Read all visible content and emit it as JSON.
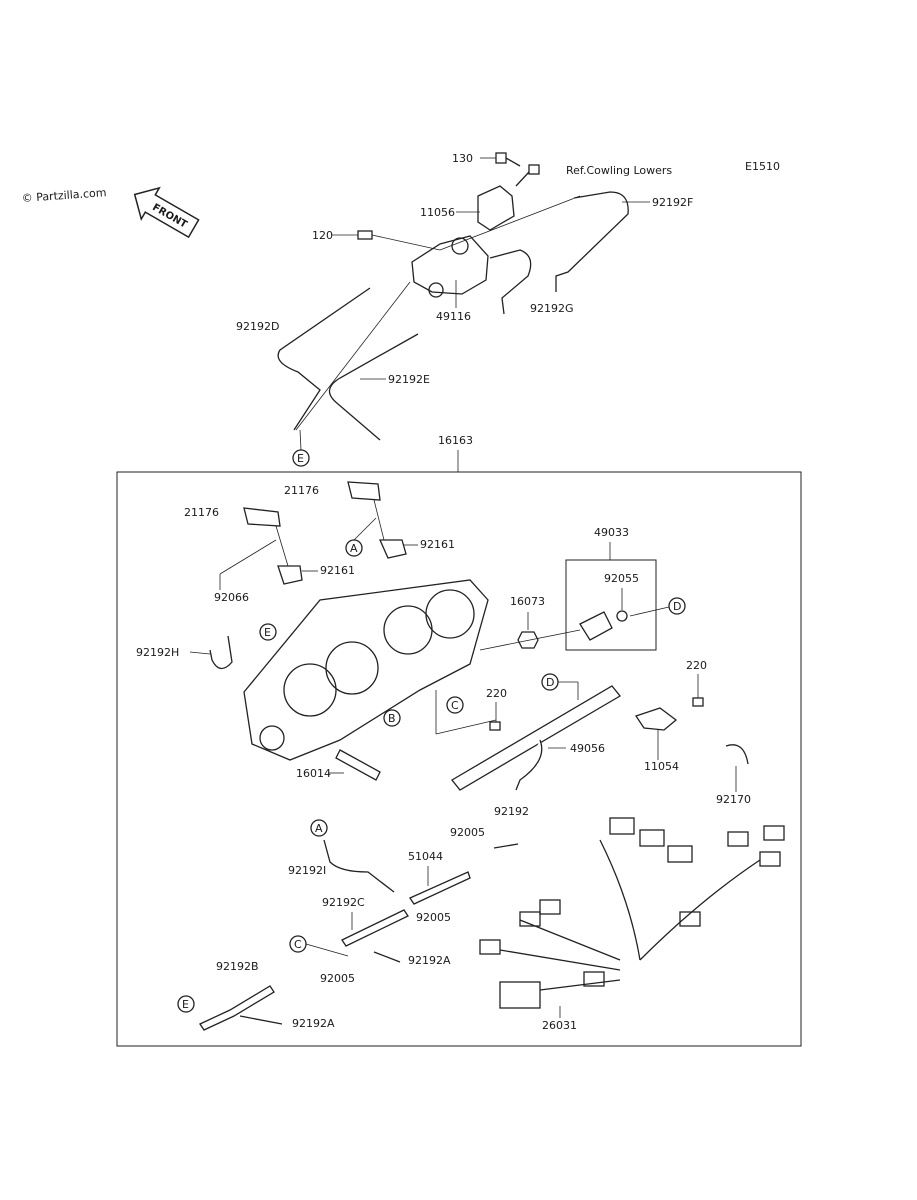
{
  "watermark": "© Partzilla.com",
  "front_label": "FRONT",
  "diagram_code": "E1510",
  "reference_note": "Ref.Cowling Lowers",
  "footer_text": "",
  "callouts": {
    "A_top": "A",
    "A_bottom": "A",
    "B": "B",
    "C_mid": "C",
    "C_bottom": "C",
    "D_mid": "D",
    "D_right": "D",
    "E_top": "E",
    "E_mid": "E",
    "E_bottom": "E"
  },
  "parts": {
    "p130": "130",
    "p11056": "11056",
    "p120": "120",
    "p92192F": "92192F",
    "p92192G": "92192G",
    "p49116": "49116",
    "p92192D": "92192D",
    "p92192E": "92192E",
    "p16163": "16163",
    "p21176_a": "21176",
    "p21176_b": "21176",
    "p92161_a": "92161",
    "p92161_b": "92161",
    "p49033": "49033",
    "p92055": "92055",
    "p16073": "16073",
    "p92066": "92066",
    "p92192H": "92192H",
    "p220_a": "220",
    "p220_b": "220",
    "p49056": "49056",
    "p11054": "11054",
    "p16014": "16014",
    "p92192": "92192",
    "p92170": "92170",
    "p92192I": "92192I",
    "p92005_a": "92005",
    "p51044": "51044",
    "p92192C": "92192C",
    "p92005_b": "92005",
    "p92192B": "92192B",
    "p92005_c": "92005",
    "p92192A_a": "92192A",
    "p92192A_b": "92192A",
    "p26031": "26031"
  }
}
